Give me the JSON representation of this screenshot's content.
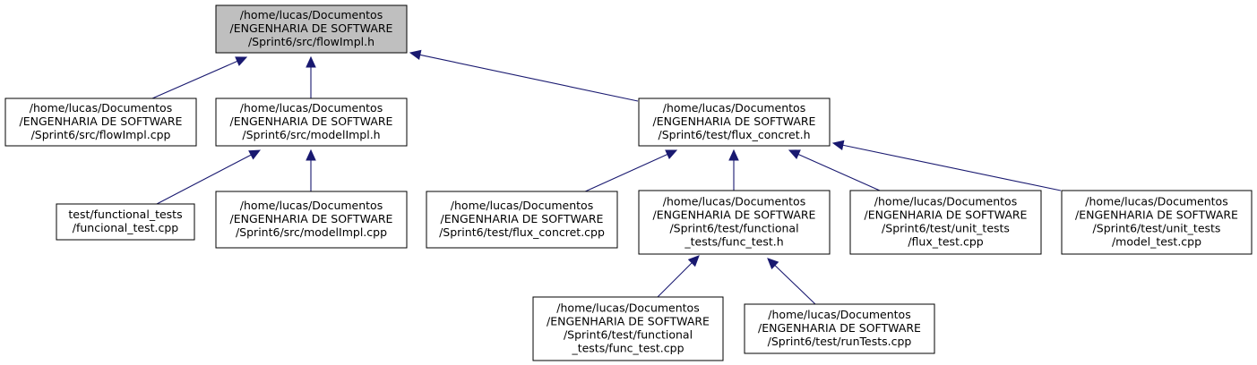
{
  "colors": {
    "edge": "#191970",
    "root_fill": "#bfbfbf",
    "node_fill": "#ffffff",
    "border": "#000000"
  },
  "nodes": [
    {
      "id": "flowimpl_h",
      "root": true,
      "lines": [
        "/home/lucas/Documentos",
        "/ENGENHARIA DE SOFTWARE",
        "/Sprint6/src/flowImpl.h"
      ]
    },
    {
      "id": "flowimpl_cpp",
      "lines": [
        "/home/lucas/Documentos",
        "/ENGENHARIA DE SOFTWARE",
        "/Sprint6/src/flowImpl.cpp"
      ]
    },
    {
      "id": "modelimpl_h",
      "lines": [
        "/home/lucas/Documentos",
        "/ENGENHARIA DE SOFTWARE",
        "/Sprint6/src/modelImpl.h"
      ]
    },
    {
      "id": "flux_concret_h",
      "lines": [
        "/home/lucas/Documentos",
        "/ENGENHARIA DE SOFTWARE",
        "/Sprint6/test/flux_concret.h"
      ]
    },
    {
      "id": "funcional_test_cpp",
      "lines": [
        "test/functional_tests",
        "/funcional_test.cpp"
      ]
    },
    {
      "id": "modelimpl_cpp",
      "lines": [
        "/home/lucas/Documentos",
        "/ENGENHARIA DE SOFTWARE",
        "/Sprint6/src/modelImpl.cpp"
      ]
    },
    {
      "id": "flux_concret_cpp",
      "lines": [
        "/home/lucas/Documentos",
        "/ENGENHARIA DE SOFTWARE",
        "/Sprint6/test/flux_concret.cpp"
      ]
    },
    {
      "id": "func_test_h",
      "lines": [
        "/home/lucas/Documentos",
        "/ENGENHARIA DE SOFTWARE",
        "/Sprint6/test/functional",
        "_tests/func_test.h"
      ]
    },
    {
      "id": "flux_test_cpp",
      "lines": [
        "/home/lucas/Documentos",
        "/ENGENHARIA DE SOFTWARE",
        "/Sprint6/test/unit_tests",
        "/flux_test.cpp"
      ]
    },
    {
      "id": "model_test_cpp",
      "lines": [
        "/home/lucas/Documentos",
        "/ENGENHARIA DE SOFTWARE",
        "/Sprint6/test/unit_tests",
        "/model_test.cpp"
      ]
    },
    {
      "id": "func_test_cpp",
      "lines": [
        "/home/lucas/Documentos",
        "/ENGENHARIA DE SOFTWARE",
        "/Sprint6/test/functional",
        "_tests/func_test.cpp"
      ]
    },
    {
      "id": "runtests_cpp",
      "lines": [
        "/home/lucas/Documentos",
        "/ENGENHARIA DE SOFTWARE",
        "/Sprint6/test/runTests.cpp"
      ]
    }
  ],
  "edges": [
    {
      "from": "flowimpl_cpp",
      "to": "flowimpl_h"
    },
    {
      "from": "modelimpl_h",
      "to": "flowimpl_h"
    },
    {
      "from": "flux_concret_h",
      "to": "flowimpl_h"
    },
    {
      "from": "funcional_test_cpp",
      "to": "modelimpl_h"
    },
    {
      "from": "modelimpl_cpp",
      "to": "modelimpl_h"
    },
    {
      "from": "flux_concret_cpp",
      "to": "flux_concret_h"
    },
    {
      "from": "func_test_h",
      "to": "flux_concret_h"
    },
    {
      "from": "flux_test_cpp",
      "to": "flux_concret_h"
    },
    {
      "from": "model_test_cpp",
      "to": "flux_concret_h"
    },
    {
      "from": "func_test_cpp",
      "to": "func_test_h"
    },
    {
      "from": "runtests_cpp",
      "to": "func_test_h"
    }
  ]
}
